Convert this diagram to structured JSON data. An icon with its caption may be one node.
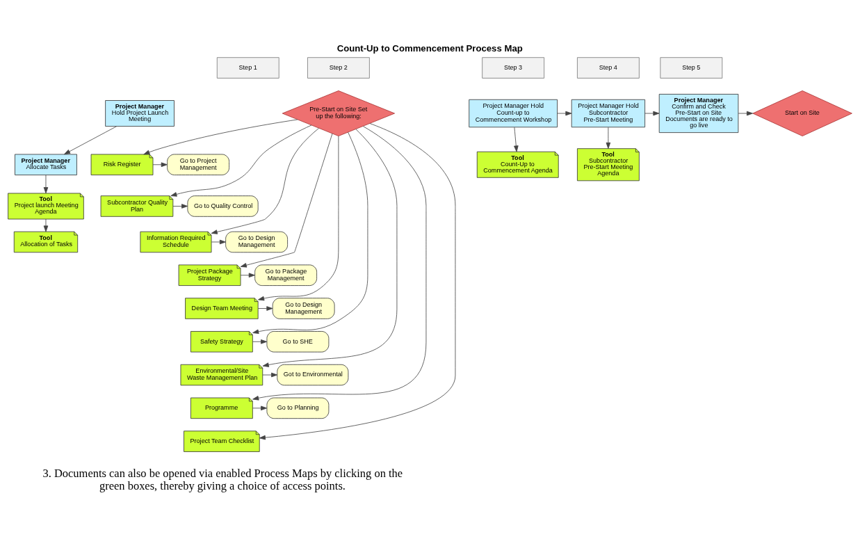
{
  "diagram": {
    "title": "Count-Up to Commencement Process Map",
    "nodes": [
      {
        "text": [
          "Step 1"
        ]
      },
      {
        "text": [
          "Project Manager",
          "Hold Project Launch Meeting"
        ]
      },
      {
        "text": [
          "Project Manager",
          "Allocate Tasks"
        ]
      },
      {
        "text": [
          "Tool",
          "Project launch Meeting Agenda"
        ]
      },
      {
        "text": [
          "Tool",
          "Allocation of Tasks"
        ]
      },
      {
        "text": [
          "Step 2"
        ]
      },
      {
        "text": [
          "Pre-Start on Site Set up the following:"
        ]
      },
      {
        "text": [
          "Risk Register"
        ]
      },
      {
        "text": [
          "Go to Project Management"
        ]
      },
      {
        "text": [
          "Subcontractor Quality Plan"
        ]
      },
      {
        "text": [
          "Go to Quality Control"
        ]
      },
      {
        "text": [
          "Information Required Schedule"
        ]
      },
      {
        "text": [
          "Go to Design Management"
        ]
      },
      {
        "text": [
          "Project Package Strategy"
        ]
      },
      {
        "text": [
          "Go to Package Management"
        ]
      },
      {
        "text": [
          "Design Team Meeting"
        ]
      },
      {
        "text": [
          "Go to Design Management"
        ]
      },
      {
        "text": [
          "Safety Strategy"
        ]
      },
      {
        "text": [
          "Go to SHE"
        ]
      },
      {
        "text": [
          "Environmental/Site Waste Management Plan"
        ]
      },
      {
        "text": [
          "Got to Environmental"
        ]
      },
      {
        "text": [
          "Programme"
        ]
      },
      {
        "text": [
          "Go to Planning"
        ]
      },
      {
        "text": [
          "Project Team Checklist"
        ]
      },
      {
        "text": [
          "Step 3"
        ]
      },
      {
        "text": [
          "Project Manager Hold Count-up to Commencement Workshop"
        ]
      },
      {
        "text": [
          "Tool",
          "Count-Up to Commencement Agenda"
        ]
      },
      {
        "text": [
          "Step 4"
        ]
      },
      {
        "text": [
          "Project Manager Hold Subcontractor Pre-Start Meeting"
        ]
      },
      {
        "text": [
          "Tool",
          "Subcontractor Pre-Start Meeting Agenda"
        ]
      },
      {
        "text": [
          "Step 5"
        ]
      },
      {
        "text": [
          "Project Manager",
          "Confirm and Check Pre-Start on Site Documents are ready to go live"
        ]
      },
      {
        "text": [
          "Start on Site"
        ]
      }
    ],
    "edges": [
      {
        "from": 1,
        "to": 2,
        "arrow": "to"
      },
      {
        "from": 2,
        "to": 3,
        "arrow": "to"
      },
      {
        "from": 3,
        "to": 4,
        "arrow": "to"
      },
      {
        "from": 6,
        "to": 7,
        "arrow": "to"
      },
      {
        "from": 6,
        "to": 9,
        "arrow": "to"
      },
      {
        "from": 6,
        "to": 11,
        "arrow": "to"
      },
      {
        "from": 6,
        "to": 13,
        "arrow": "to"
      },
      {
        "from": 6,
        "to": 15,
        "arrow": "to"
      },
      {
        "from": 6,
        "to": 17,
        "arrow": "to"
      },
      {
        "from": 6,
        "to": 19,
        "arrow": "to"
      },
      {
        "from": 6,
        "to": 21,
        "arrow": "to"
      },
      {
        "from": 6,
        "to": 23,
        "arrow": "to"
      },
      {
        "from": 7,
        "to": 8,
        "arrow": "to"
      },
      {
        "from": 9,
        "to": 10,
        "arrow": "to"
      },
      {
        "from": 11,
        "to": 12,
        "arrow": "to"
      },
      {
        "from": 13,
        "to": 14,
        "arrow": "to"
      },
      {
        "from": 15,
        "to": 16,
        "arrow": "to"
      },
      {
        "from": 17,
        "to": 18,
        "arrow": "to"
      },
      {
        "from": 19,
        "to": 20,
        "arrow": "to"
      },
      {
        "from": 21,
        "to": 22,
        "arrow": "to"
      },
      {
        "from": 25,
        "to": 28,
        "arrow": "to"
      },
      {
        "from": 28,
        "to": 31,
        "arrow": "to"
      },
      {
        "from": 31,
        "to": 32,
        "arrow": "to"
      },
      {
        "from": 25,
        "to": 26,
        "arrow": "to"
      },
      {
        "from": 28,
        "to": 29,
        "arrow": "to"
      }
    ],
    "labels": [
      "3. Documents can also be opened via enabled Process Maps by clicking on the green boxes, thereby giving a choice of access points."
    ]
  }
}
